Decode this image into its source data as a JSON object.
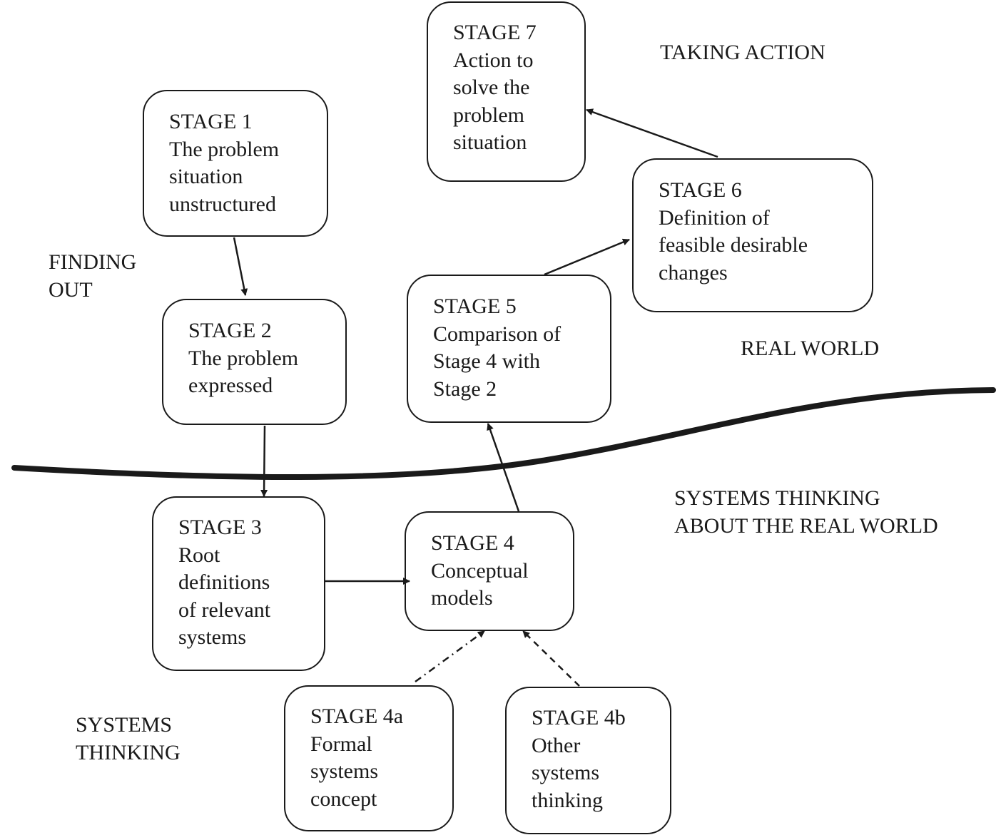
{
  "stages": [
    {
      "id": "stage-1",
      "title": "STAGE 1",
      "text": "The problem\nsituation\nunstructured"
    },
    {
      "id": "stage-2",
      "title": "STAGE 2",
      "text": "The problem\nexpressed"
    },
    {
      "id": "stage-3",
      "title": "STAGE 3",
      "text": "Root\ndefinitions\nof relevant\nsystems"
    },
    {
      "id": "stage-4",
      "title": "STAGE 4",
      "text": "Conceptual\nmodels"
    },
    {
      "id": "stage-4a",
      "title": "STAGE 4a",
      "text": "Formal\nsystems\nconcept"
    },
    {
      "id": "stage-4b",
      "title": "STAGE 4b",
      "text": "Other\nsystems\nthinking"
    },
    {
      "id": "stage-5",
      "title": "STAGE 5",
      "text": "Comparison of\nStage 4 with\nStage 2"
    },
    {
      "id": "stage-6",
      "title": "STAGE 6",
      "text": "Definition of\nfeasible desirable\nchanges"
    },
    {
      "id": "stage-7",
      "title": "STAGE 7",
      "text": "Action to\nsolve the\nproblem\nsituation"
    }
  ],
  "regions": {
    "taking_action": "TAKING ACTION",
    "finding_out": "FINDING\nOUT",
    "real_world": "REAL WORLD",
    "systems_thinking_about": "SYSTEMS THINKING\nABOUT THE REAL WORLD",
    "systems_thinking": "SYSTEMS\nTHINKING"
  },
  "connectors": [
    {
      "from": "stage-1",
      "to": "stage-2",
      "style": "solid"
    },
    {
      "from": "stage-2",
      "to": "stage-3",
      "style": "solid"
    },
    {
      "from": "stage-3",
      "to": "stage-4",
      "style": "solid"
    },
    {
      "from": "stage-4",
      "to": "stage-5",
      "style": "solid"
    },
    {
      "from": "stage-5",
      "to": "stage-6",
      "style": "solid"
    },
    {
      "from": "stage-6",
      "to": "stage-7",
      "style": "solid"
    },
    {
      "from": "stage-4a",
      "to": "stage-4",
      "style": "dash-dot"
    },
    {
      "from": "stage-4b",
      "to": "stage-4",
      "style": "dashed"
    }
  ],
  "colors": {
    "line": "#1a1a1a",
    "background": "#ffffff"
  }
}
